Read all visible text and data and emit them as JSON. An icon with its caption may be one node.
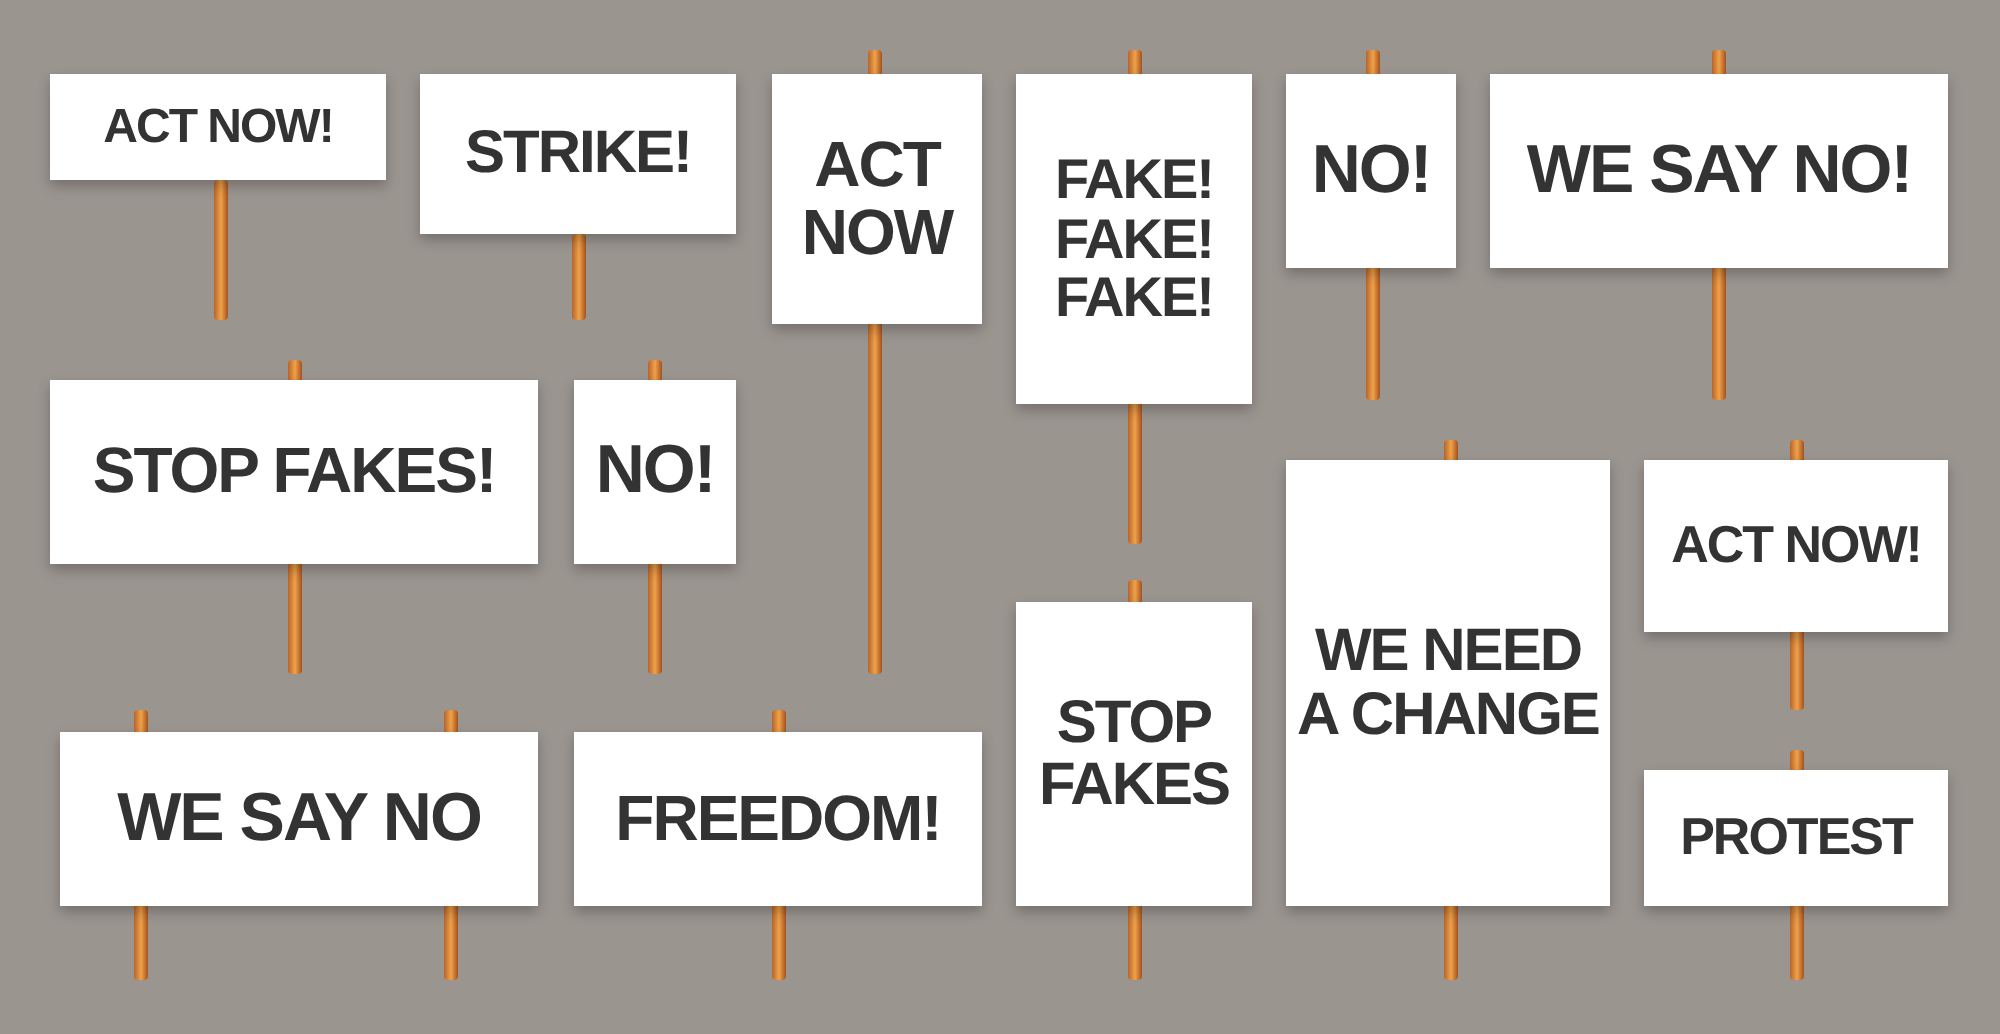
{
  "diagram": {
    "nodes": [
      {
        "text": [
          "ACT NOW!"
        ]
      },
      {
        "text": [
          "STRIKE!"
        ]
      },
      {
        "text": [
          "ACT NOW"
        ]
      },
      {
        "text": [
          "FAKE! FAKE! FAKE!"
        ]
      },
      {
        "text": [
          "NO!"
        ]
      },
      {
        "text": [
          "WE SAY NO!"
        ]
      },
      {
        "text": [
          "STOP FAKES!"
        ]
      },
      {
        "text": [
          "NO!"
        ]
      },
      {
        "text": [
          "WE NEED A CHANGE"
        ]
      },
      {
        "text": [
          "ACT NOW!"
        ]
      },
      {
        "text": [
          "STOP FAKES"
        ]
      },
      {
        "text": [
          "WE SAY NO"
        ]
      },
      {
        "text": [
          "FREEDOM!"
        ]
      },
      {
        "text": [
          "PROTEST"
        ]
      }
    ],
    "edges": []
  }
}
